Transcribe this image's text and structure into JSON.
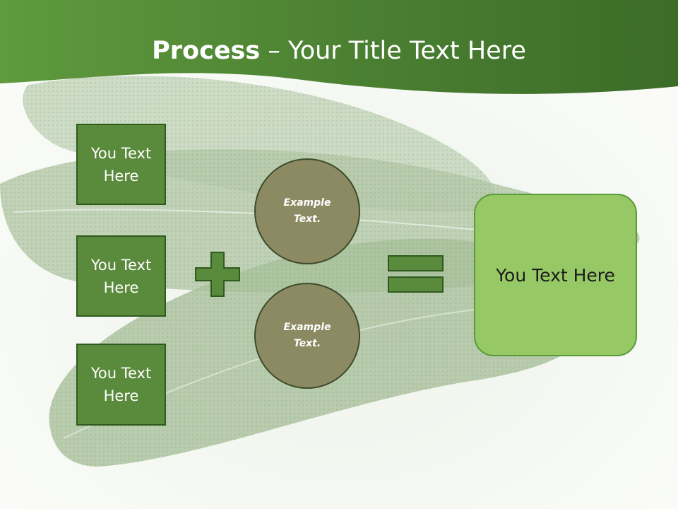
{
  "title": {
    "bold": "Process",
    "rest": " – Your Title Text Here"
  },
  "left_boxes": [
    {
      "line1": "You Text",
      "line2": "Here"
    },
    {
      "line1": "You Text",
      "line2": "Here"
    },
    {
      "line1": "You Text",
      "line2": "Here"
    }
  ],
  "circles": [
    {
      "line1": "Example",
      "line2": "Text."
    },
    {
      "line1": "Example",
      "line2": "Text."
    }
  ],
  "result": {
    "label": "You Text Here"
  },
  "icons": {
    "plus": "plus-icon",
    "equals": "equals-icon"
  },
  "colors": {
    "header_green": "#4f8a35",
    "box_green": "#5a8a3c",
    "circle_olive": "#8b8a63",
    "result_green": "#96c866"
  }
}
